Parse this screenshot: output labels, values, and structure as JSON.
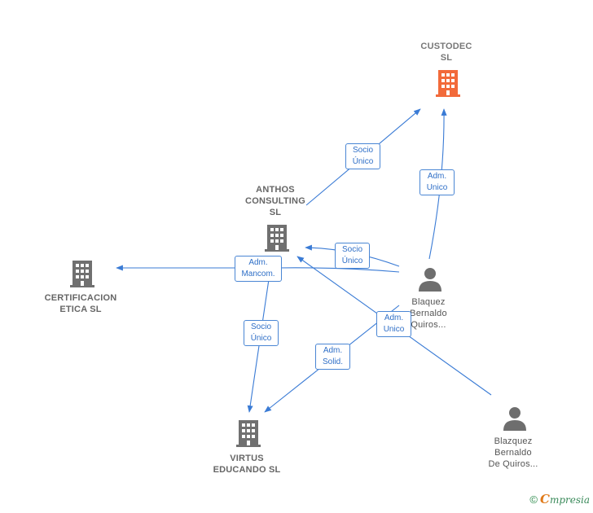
{
  "nodes": {
    "custodec": {
      "lines": [
        "CUSTODEC",
        "SL"
      ],
      "color": "#f26a3a"
    },
    "anthos": {
      "lines": [
        "ANTHOS",
        "CONSULTING",
        "SL"
      ],
      "color": "#7a7a7a"
    },
    "certificacion": {
      "lines": [
        "CERTIFICACION",
        "ETICA  SL"
      ],
      "color": "#7a7a7a"
    },
    "virtus": {
      "lines": [
        "VIRTUS",
        "EDUCANDO  SL"
      ],
      "color": "#7a7a7a"
    },
    "blaquez": {
      "lines": [
        "Blaquez",
        "Bernaldo",
        "Quiros..."
      ],
      "color": "#6e6e6e"
    },
    "blazquez": {
      "lines": [
        "Blazquez",
        "Bernaldo",
        "De Quiros..."
      ],
      "color": "#6e6e6e"
    }
  },
  "edges": {
    "socio_unico_custodec": [
      "Socio",
      "Único"
    ],
    "adm_unico_custodec": [
      "Adm.",
      "Unico"
    ],
    "socio_unico_anthos": [
      "Socio",
      "Único"
    ],
    "adm_mancom": [
      "Adm.",
      "Mancom."
    ],
    "socio_unico_virtus": [
      "Socio",
      "Único"
    ],
    "adm_solid": [
      "Adm.",
      "Solid."
    ],
    "adm_unico_anthos": [
      "Adm.",
      "Unico"
    ]
  },
  "colors": {
    "edge": "#3a7bd5",
    "accent": "#f26a3a"
  },
  "footer": {
    "copyright": "©",
    "brand_first": "C",
    "brand_rest": "mpresia"
  }
}
